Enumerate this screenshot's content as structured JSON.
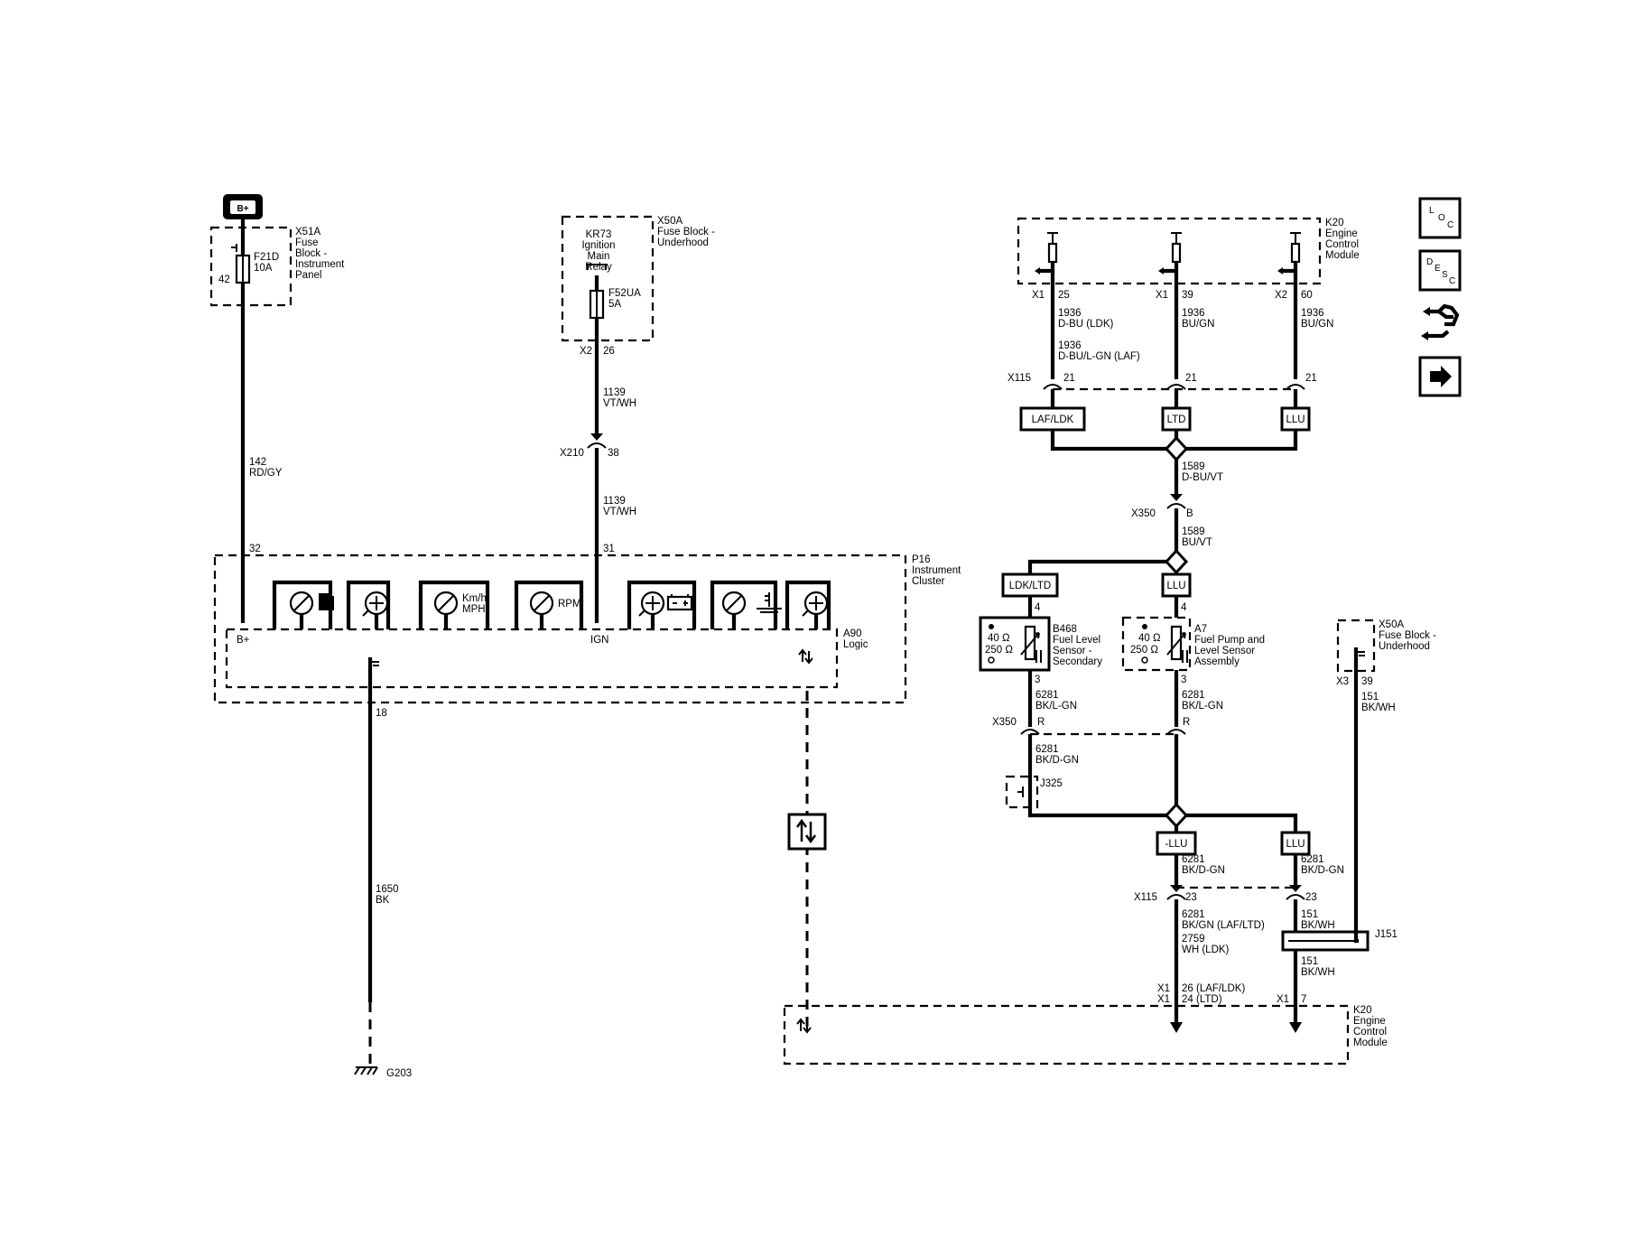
{
  "battery": {
    "label": "B+"
  },
  "fuse_block_ip": {
    "ref": "X51A",
    "desc": [
      "Fuse",
      "Block -",
      "Instrument",
      "Panel"
    ],
    "fuse": "F21D",
    "rating": "10A",
    "pin": "42"
  },
  "fuse_block_uh_top": {
    "ref": "X50A",
    "desc": [
      "Fuse Block -",
      "Underhood"
    ],
    "relay": [
      "KR73",
      "Ignition",
      "Main",
      "Relay"
    ],
    "fuse": "F52UA",
    "rating": "5A",
    "conn": "X2",
    "pin": "26"
  },
  "wires_left": {
    "w142": [
      "142",
      "RD/GY"
    ],
    "w1139a": [
      "1139",
      "VT/WH"
    ],
    "w1139b": [
      "1139",
      "VT/WH"
    ],
    "x210": "X210",
    "x210_pin": "38",
    "w1650": [
      "1650",
      "BK"
    ],
    "ground": "G203"
  },
  "cluster": {
    "ref": "P16",
    "desc": [
      "Instrument",
      "Cluster"
    ],
    "pin_bplus": "32",
    "pin_ign": "31",
    "pin_ground": "18",
    "bplus_label": "B+",
    "ign_label": "IGN",
    "logic_ref": "A90",
    "logic_desc": "Logic",
    "gauge_labels": {
      "speed": [
        "Km/h",
        "MPH"
      ],
      "rpm": "RPM"
    }
  },
  "ecm_top": {
    "ref": "K20",
    "desc": [
      "Engine",
      "Control",
      "Module"
    ],
    "pins": [
      {
        "conn": "X1",
        "pin": "25",
        "wire": [
          "1936",
          "D-BU  (LDK)",
          "1936",
          "D-BU/L-GN  (LAF)"
        ]
      },
      {
        "conn": "X1",
        "pin": "39",
        "wire": [
          "1936",
          "BU/GN"
        ]
      },
      {
        "conn": "X2",
        "pin": "60",
        "wire": [
          "1936",
          "BU/GN"
        ]
      }
    ]
  },
  "x115_top": {
    "ref": "X115",
    "pins": [
      "21",
      "21",
      "21"
    ]
  },
  "options_top": [
    "LAF/LDK",
    "LTD",
    "LLU"
  ],
  "w1589a": [
    "1589",
    "D-BU/VT"
  ],
  "x350_mid": {
    "ref": "X350",
    "pin": "B"
  },
  "w1589b": [
    "1589",
    "BU/VT"
  ],
  "options_mid": [
    "LDK/LTD",
    "LLU"
  ],
  "sensor_b468": {
    "ref": "B468",
    "desc": [
      "Fuel Level",
      "Sensor -",
      "Secondary"
    ],
    "r1": "40 Ω",
    "r2": "250 Ω",
    "pin_top": "4",
    "pin_bot": "3"
  },
  "sensor_a7": {
    "ref": "A7",
    "desc": [
      "Fuel Pump and",
      "Level Sensor",
      "Assembly"
    ],
    "r1": "40 Ω",
    "r2": "250 Ω",
    "pin_top": "4",
    "pin_bot": "3"
  },
  "w6281_left": [
    "6281",
    "BK/L-GN"
  ],
  "w6281_right": [
    "6281",
    "BK/L-GN"
  ],
  "x350_low": {
    "ref": "X350",
    "pin_left": "R",
    "pin_right": "R"
  },
  "w6281_dgn": [
    "6281",
    "BK/D-GN"
  ],
  "splice_j325": "J325",
  "options_low": [
    "-LLU",
    "LLU"
  ],
  "w6281_low_left": [
    "6281",
    "BK/D-GN"
  ],
  "w6281_low_right": [
    "6281",
    "BK/D-GN"
  ],
  "x115_low": {
    "ref": "X115",
    "pin_left": "23",
    "pin_right": "23"
  },
  "ecm_bottom_wire_left": [
    "6281",
    "BK/GN  (LAF/LTD)",
    "2759",
    "WH  (LDK)"
  ],
  "ecm_bottom_pins_left": [
    "X1",
    "26 (LAF/LDK)",
    "X1",
    "24 (LTD)"
  ],
  "w151_top": [
    "151",
    "BK/WH"
  ],
  "splice_j151": "J151",
  "w151_bot": [
    "151",
    "BK/WH"
  ],
  "ecm_bottom_pin_right": [
    "X1",
    "7"
  ],
  "fuse_block_uh_right": {
    "ref": "X50A",
    "desc": [
      "Fuse Block -",
      "Underhood"
    ],
    "conn": "X3",
    "pin": "39",
    "wire": [
      "151",
      "BK/WH"
    ]
  },
  "ecm_bottom": {
    "ref": "K20",
    "desc": [
      "Engine",
      "Control",
      "Module"
    ]
  },
  "nav": {
    "loc": [
      "L",
      "O",
      "C"
    ],
    "desc": [
      "D",
      "E",
      "S",
      "C"
    ]
  }
}
